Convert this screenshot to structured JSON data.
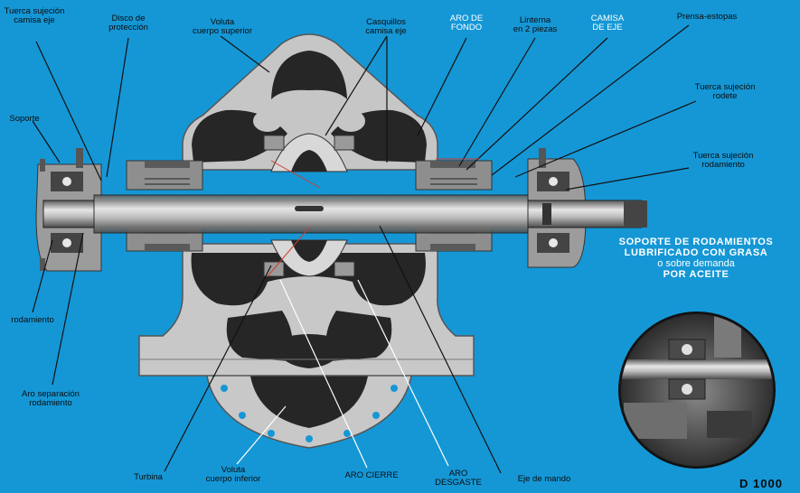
{
  "labels": {
    "tuerca_sujecion_camisa_eje": "Tuerca sujeción\ncamisa eje",
    "disco_proteccion": "Disco de\nprotección",
    "voluta_cuerpo_superior": "Voluta\ncuerpo superior",
    "casquillos_camisa_eje": "Casquillos\ncamisa eje",
    "aro_de_fondo": "ARO DE\nFONDO",
    "linterna_2_piezas": "Linterna\nen 2 piezas",
    "camisa_de_eje": "CAMISA\nDE EJE",
    "prensa_estopas": "Prensa-estopas",
    "tuerca_sujecion_rodete": "Tuerca sujeción\nrodete",
    "tuerca_sujecion_rodamiento": "Tuerca sujeción\nrodamiento",
    "soporte": "Soporte",
    "rodamiento": "rodamiento",
    "aro_separacion_rodamiento": "Aro separación\nrodamiento",
    "turbina": "Turbina",
    "voluta_cuerpo_inferior": "Voluta\ncuerpo inferior",
    "aro_cierre": "ARO CIERRE",
    "aro_desgaste": "ARO DESGASTE",
    "eje_de_mando": "Eje de mando"
  },
  "note": {
    "line1": "SOPORTE DE RODAMIENTOS",
    "line2": "LUBRIFICADO CON GRASA",
    "line3": "o sobre demanda",
    "line4": "POR ACEITE"
  },
  "figure_code": "D  1000",
  "colors": {
    "background": "#1597d6",
    "casing": "#c9c9c9",
    "cavity": "#262626",
    "leader_black": "#111111",
    "leader_white": "#ffffff",
    "leader_red": "#d13b2a"
  }
}
